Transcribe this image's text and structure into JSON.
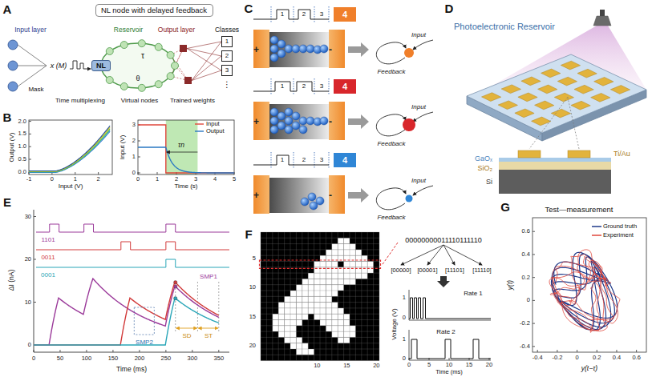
{
  "diagram": {
    "nodes": [
      {
        "text": [
          "NL node with delayed feedback"
        ]
      },
      {
        "text": [
          "NL"
        ]
      },
      {
        "text": [
          "1"
        ]
      },
      {
        "text": [
          "2"
        ]
      },
      {
        "text": [
          "3"
        ]
      },
      {
        "text": [
          "4"
        ]
      },
      {
        "text": [
          "+"
        ]
      },
      {
        "text": [
          "-"
        ]
      },
      {
        "text": [
          "4"
        ]
      },
      {
        "text": [
          "+"
        ]
      },
      {
        "text": [
          "-"
        ]
      },
      {
        "text": [
          "4"
        ]
      },
      {
        "text": [
          "+"
        ]
      },
      {
        "text": [
          "-"
        ]
      }
    ],
    "labels": [
      "A",
      "Input layer",
      "Reservoir",
      "Output layer",
      "Classes",
      "x (M)",
      "Mask",
      "τ",
      "θ",
      "Time multiplexing",
      "Virtual nodes",
      "Trained weights",
      "⋮",
      "B",
      "0.0",
      "0.5",
      "1.0",
      "1.5",
      "2.0",
      "-1",
      "0",
      "1",
      "2",
      "Output (V)",
      "Input (V)",
      "0",
      "1",
      "2",
      "3",
      "0",
      "1",
      "2",
      "3",
      "4",
      "5",
      "Input (V)",
      "Time (s)",
      "τn",
      "C",
      "1",
      "2",
      "3",
      "Input",
      "Feedback",
      "1",
      "2",
      "3",
      "Input",
      "Feedback",
      "1",
      "2",
      "3",
      "Input",
      "Feedback",
      "D",
      "Photoelectronic Reservoir",
      "GaOₓ",
      "SiO₂",
      "Si",
      "Ti/Au",
      "E",
      "0",
      "10",
      "20",
      "30",
      "0",
      "50",
      "100",
      "150",
      "200",
      "250",
      "300",
      "350",
      "ΔI (nA)",
      "Time (ms)",
      "1101",
      "0011",
      "0001",
      "SMP1",
      "SMP2",
      "SD",
      "ST",
      "F",
      "5",
      "10",
      "15",
      "20",
      "10",
      "15",
      "20",
      "00000000011110111110",
      "[00000]",
      "[00001]",
      "[11101]",
      "[11110]",
      "Rate 1",
      "Rate 2",
      "1",
      "0",
      "1",
      "0",
      "Voltage (V)",
      "0",
      "5",
      "10",
      "15",
      "20",
      "Time (ms)",
      "G",
      "Test—measurement",
      "0.6",
      "0.4",
      "0.2",
      "0",
      "-0.2",
      "-0.4",
      "-0.4",
      "-0.2",
      "0",
      "0.2",
      "0.4",
      "0.6",
      "y(t)",
      "y(t−τ)"
    ],
    "legend": [
      {
        "text": "Input"
      },
      {
        "text": "Output"
      },
      {
        "text": "Ground truth"
      },
      {
        "text": "Experiment"
      }
    ]
  }
}
